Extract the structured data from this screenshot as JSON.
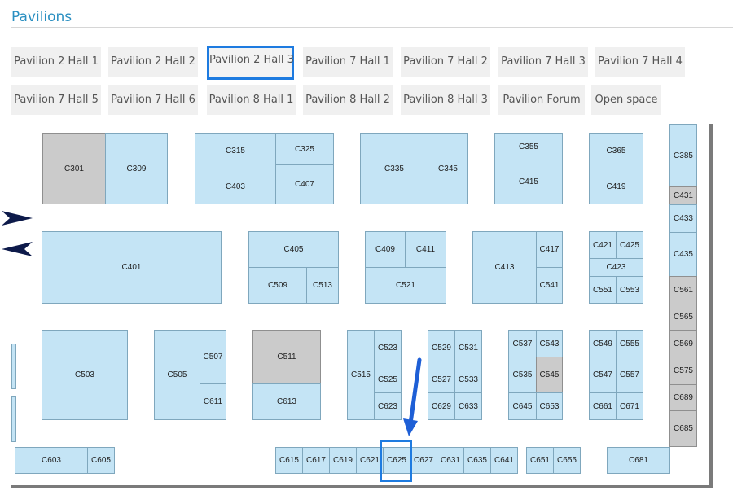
{
  "title": "Pavilions",
  "tabs": [
    {
      "label": "Pavilion 2 Hall 1"
    },
    {
      "label": "Pavilion 2 Hall 2"
    },
    {
      "label": "Pavilion 2 Hall 3",
      "active": true
    },
    {
      "label": "Pavilion 7 Hall 1"
    },
    {
      "label": "Pavilion 7 Hall 2"
    },
    {
      "label": "Pavilion 7 Hall 3"
    },
    {
      "label": "Pavilion 7 Hall 4"
    },
    {
      "label": "Pavilion 7 Hall 5"
    },
    {
      "label": "Pavilion 7 Hall 6"
    },
    {
      "label": "Pavilion 8 Hall 1"
    },
    {
      "label": "Pavilion 8 Hall 2"
    },
    {
      "label": "Pavilion 8 Hall 3"
    },
    {
      "label": "Pavilion Forum"
    },
    {
      "label": "Open space"
    }
  ],
  "booths": {
    "C301": {
      "label": "C301",
      "status": "occupied"
    },
    "C309": {
      "label": "C309"
    },
    "C315": {
      "label": "C315"
    },
    "C325": {
      "label": "C325"
    },
    "C403": {
      "label": "C403"
    },
    "C407": {
      "label": "C407"
    },
    "C335": {
      "label": "C335"
    },
    "C345": {
      "label": "C345"
    },
    "C355": {
      "label": "C355"
    },
    "C415": {
      "label": "C415"
    },
    "C365": {
      "label": "C365"
    },
    "C419": {
      "label": "C419"
    },
    "C385": {
      "label": "C385"
    },
    "C431": {
      "label": "C431",
      "status": "occupied"
    },
    "C433": {
      "label": "C433"
    },
    "C435": {
      "label": "C435"
    },
    "C561": {
      "label": "C561",
      "status": "occupied"
    },
    "C565": {
      "label": "C565",
      "status": "occupied"
    },
    "C569": {
      "label": "C569",
      "status": "occupied"
    },
    "C575": {
      "label": "C575",
      "status": "occupied"
    },
    "C689": {
      "label": "C689",
      "status": "occupied"
    },
    "C685": {
      "label": "C685",
      "status": "occupied"
    },
    "C401": {
      "label": "C401"
    },
    "C405": {
      "label": "C405"
    },
    "C509": {
      "label": "C509"
    },
    "C513": {
      "label": "C513"
    },
    "C409": {
      "label": "C409"
    },
    "C411": {
      "label": "C411"
    },
    "C521": {
      "label": "C521"
    },
    "C413": {
      "label": "C413"
    },
    "C417": {
      "label": "C417"
    },
    "C541": {
      "label": "C541"
    },
    "C421": {
      "label": "C421"
    },
    "C425": {
      "label": "C425"
    },
    "C423": {
      "label": "C423"
    },
    "C551": {
      "label": "C551"
    },
    "C553": {
      "label": "C553"
    },
    "C503": {
      "label": "C503"
    },
    "C505": {
      "label": "C505"
    },
    "C507": {
      "label": "C507"
    },
    "C611": {
      "label": "C611"
    },
    "C511": {
      "label": "C511",
      "status": "occupied"
    },
    "C613": {
      "label": "C613"
    },
    "C515": {
      "label": "C515"
    },
    "C523": {
      "label": "C523"
    },
    "C525": {
      "label": "C525"
    },
    "C623": {
      "label": "C623"
    },
    "C529": {
      "label": "C529"
    },
    "C531": {
      "label": "C531"
    },
    "C527": {
      "label": "C527"
    },
    "C533": {
      "label": "C533"
    },
    "C629": {
      "label": "C629"
    },
    "C633": {
      "label": "C633"
    },
    "C537": {
      "label": "C537"
    },
    "C543": {
      "label": "C543"
    },
    "C535": {
      "label": "C535"
    },
    "C545": {
      "label": "C545",
      "status": "occupied"
    },
    "C645": {
      "label": "C645"
    },
    "C653": {
      "label": "C653"
    },
    "C549": {
      "label": "C549"
    },
    "C555": {
      "label": "C555"
    },
    "C547": {
      "label": "C547"
    },
    "C557": {
      "label": "C557"
    },
    "C661": {
      "label": "C661"
    },
    "C671": {
      "label": "C671"
    },
    "C603": {
      "label": "C603"
    },
    "C605": {
      "label": "C605"
    },
    "C615": {
      "label": "C615"
    },
    "C617": {
      "label": "C617"
    },
    "C619": {
      "label": "C619"
    },
    "C621": {
      "label": "C621"
    },
    "C625": {
      "label": "C625",
      "highlighted": true
    },
    "C627": {
      "label": "C627"
    },
    "C631": {
      "label": "C631"
    },
    "C635": {
      "label": "C635"
    },
    "C641": {
      "label": "C641"
    },
    "C651": {
      "label": "C651"
    },
    "C655": {
      "label": "C655"
    },
    "C681": {
      "label": "C681"
    }
  },
  "colors": {
    "accent": "#1e7be0",
    "title": "#2a8fc1",
    "booth_available": "#c4e4f5",
    "booth_occupied": "#cbcbcb",
    "entrance_arrow": "#0d1a4a"
  },
  "icons": {
    "entrance_in": "arrow-right-icon",
    "entrance_out": "arrow-left-icon",
    "pointer": "arrow-down-icon"
  }
}
